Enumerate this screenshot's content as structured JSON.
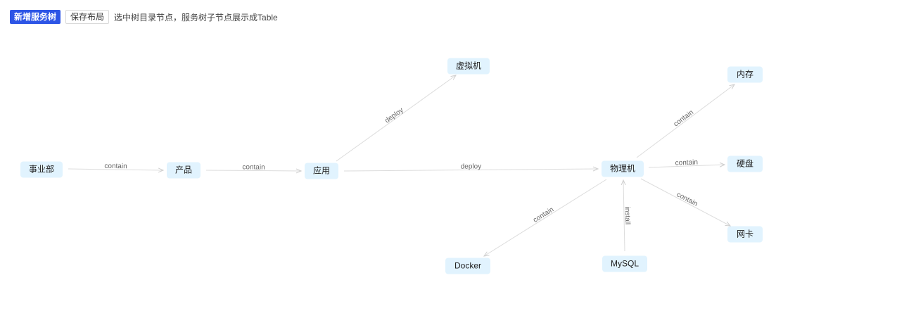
{
  "toolbar": {
    "add_label": "新增服务树",
    "save_label": "保存布局",
    "hint": "选中树目录节点，服务树子节点展示成Table"
  },
  "graph": {
    "nodes": [
      {
        "id": "dept",
        "label": "事业部"
      },
      {
        "id": "product",
        "label": "产品"
      },
      {
        "id": "app",
        "label": "应用"
      },
      {
        "id": "vm",
        "label": "虚拟机"
      },
      {
        "id": "pm",
        "label": "物理机"
      },
      {
        "id": "mem",
        "label": "内存"
      },
      {
        "id": "disk",
        "label": "硬盘"
      },
      {
        "id": "nic",
        "label": "网卡"
      },
      {
        "id": "docker",
        "label": "Docker"
      },
      {
        "id": "mysql",
        "label": "MySQL"
      }
    ],
    "edges": [
      {
        "from": "dept",
        "to": "product",
        "label": "contain"
      },
      {
        "from": "product",
        "to": "app",
        "label": "contain"
      },
      {
        "from": "app",
        "to": "vm",
        "label": "deploy"
      },
      {
        "from": "app",
        "to": "pm",
        "label": "deploy"
      },
      {
        "from": "pm",
        "to": "mem",
        "label": "contain"
      },
      {
        "from": "pm",
        "to": "disk",
        "label": "contain"
      },
      {
        "from": "pm",
        "to": "nic",
        "label": "contain"
      },
      {
        "from": "pm",
        "to": "docker",
        "label": "contain"
      },
      {
        "from": "mysql",
        "to": "pm",
        "label": "install"
      }
    ]
  }
}
